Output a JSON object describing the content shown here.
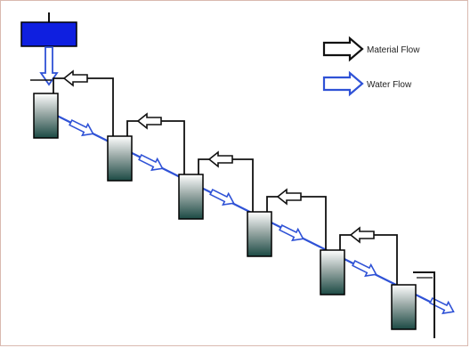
{
  "legend": {
    "material_label": "Material Flow",
    "water_label": "Water Flow"
  },
  "colors": {
    "water": "#2f52d6",
    "material": "#111111",
    "tank_top": "#ffffff",
    "tank_bottom": "#1c4a44",
    "header_tank": "#0f1fe0",
    "frame": "#d9b9b0"
  },
  "diagram": {
    "tank_count": 6,
    "feed_tank": "header-tank"
  }
}
